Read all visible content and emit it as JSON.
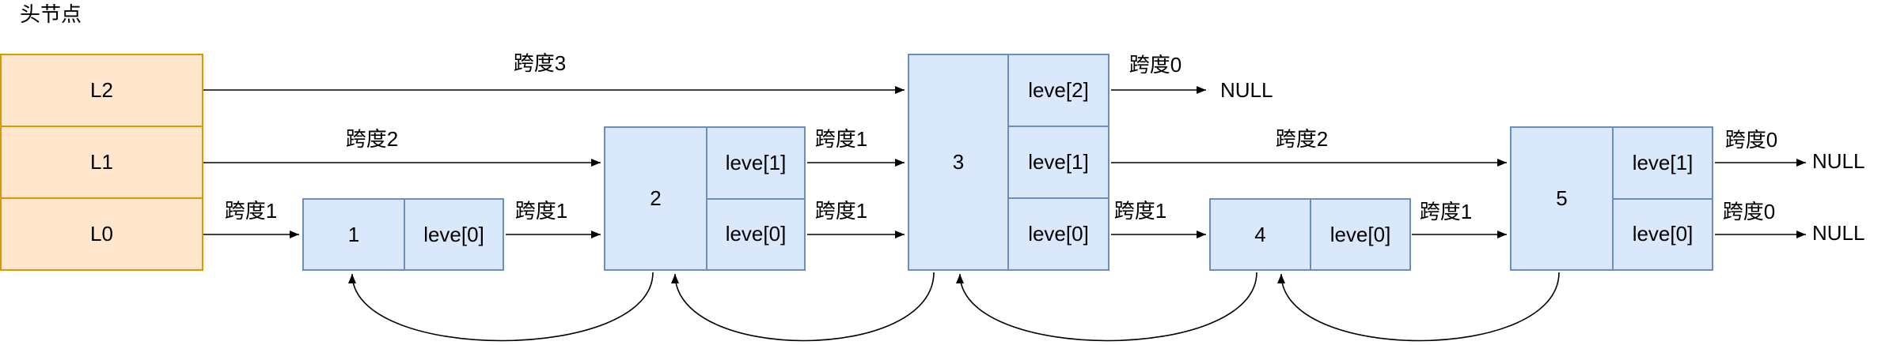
{
  "title": "头节点",
  "colors": {
    "header_fill": "#ffe6cc",
    "header_stroke": "#d79b00",
    "node_fill": "#dae8fc",
    "node_stroke": "#6c8ebf",
    "arrow": "#000000"
  },
  "header": {
    "levels": [
      "L2",
      "L1",
      "L0"
    ]
  },
  "nodes": [
    {
      "value": "1",
      "levels": [
        "leve[0]"
      ]
    },
    {
      "value": "2",
      "levels": [
        "leve[1]",
        "leve[0]"
      ]
    },
    {
      "value": "3",
      "levels": [
        "leve[2]",
        "leve[1]",
        "leve[0]"
      ]
    },
    {
      "value": "4",
      "levels": [
        "leve[0]"
      ]
    },
    {
      "value": "5",
      "levels": [
        "leve[1]",
        "leve[0]"
      ]
    }
  ],
  "edge_labels": [
    "跨度3",
    "跨度2",
    "跨度1",
    "跨度1",
    "跨度1",
    "跨度1",
    "跨度0",
    "跨度2",
    "跨度1",
    "跨度1",
    "跨度0",
    "跨度0"
  ],
  "null_labels": [
    "NULL",
    "NULL",
    "NULL"
  ]
}
